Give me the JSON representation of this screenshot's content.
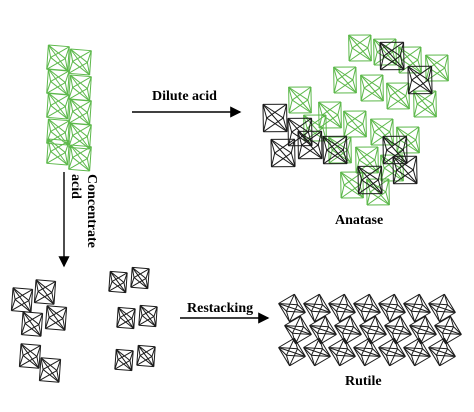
{
  "labels": {
    "dilute_acid": "Dilute acid",
    "concentrate_line1": "Concentrate",
    "concentrate_line2": "acid",
    "restacking": "Restacking",
    "anatase": "Anatase",
    "rutile": "Rutile"
  },
  "colors": {
    "green_octahedra": "#5cb84a",
    "black_octahedra": "#1a1a1a",
    "arrow": "#000000"
  }
}
